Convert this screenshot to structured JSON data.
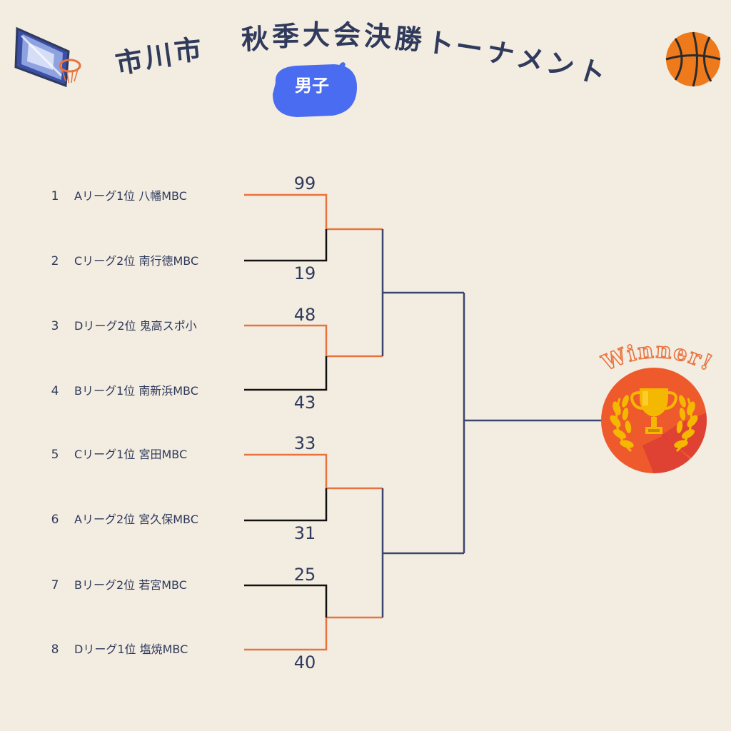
{
  "header": {
    "title_chars": [
      "市",
      "川",
      "市",
      "秋",
      "季",
      "大",
      "会",
      "決",
      "勝",
      "ト",
      "ー",
      "ナ",
      "メ",
      "ン",
      "ト"
    ],
    "category_label": "男子"
  },
  "teams": [
    {
      "seed": "1",
      "name": "Aリーグ1位 八幡MBC"
    },
    {
      "seed": "2",
      "name": "Cリーグ2位 南行徳MBC"
    },
    {
      "seed": "3",
      "name": "Dリーグ2位 鬼高スポ小"
    },
    {
      "seed": "4",
      "name": "Bリーグ1位 南新浜MBC"
    },
    {
      "seed": "5",
      "name": "Cリーグ1位 宮田MBC"
    },
    {
      "seed": "6",
      "name": "Aリーグ2位 宮久保MBC"
    },
    {
      "seed": "7",
      "name": "Bリーグ2位 若宮MBC"
    },
    {
      "seed": "8",
      "name": "Dリーグ1位 塩焼MBC"
    }
  ],
  "scores": [
    "99",
    "19",
    "48",
    "43",
    "33",
    "31",
    "25",
    "40"
  ],
  "winner_label": "Winner!",
  "colors": {
    "background": "#f3ece0",
    "text": "#2f3a5c",
    "advance_line": "#e8733f",
    "bracket_line": "#3c4570",
    "loser_line": "#111111",
    "bubble": "#4a6cf0",
    "trophy_circle": "#ee5a2c",
    "laurel": "#f5b800"
  },
  "icons": [
    "basketball-hoop-icon",
    "basketball-icon",
    "trophy-icon",
    "laurel-icon"
  ]
}
